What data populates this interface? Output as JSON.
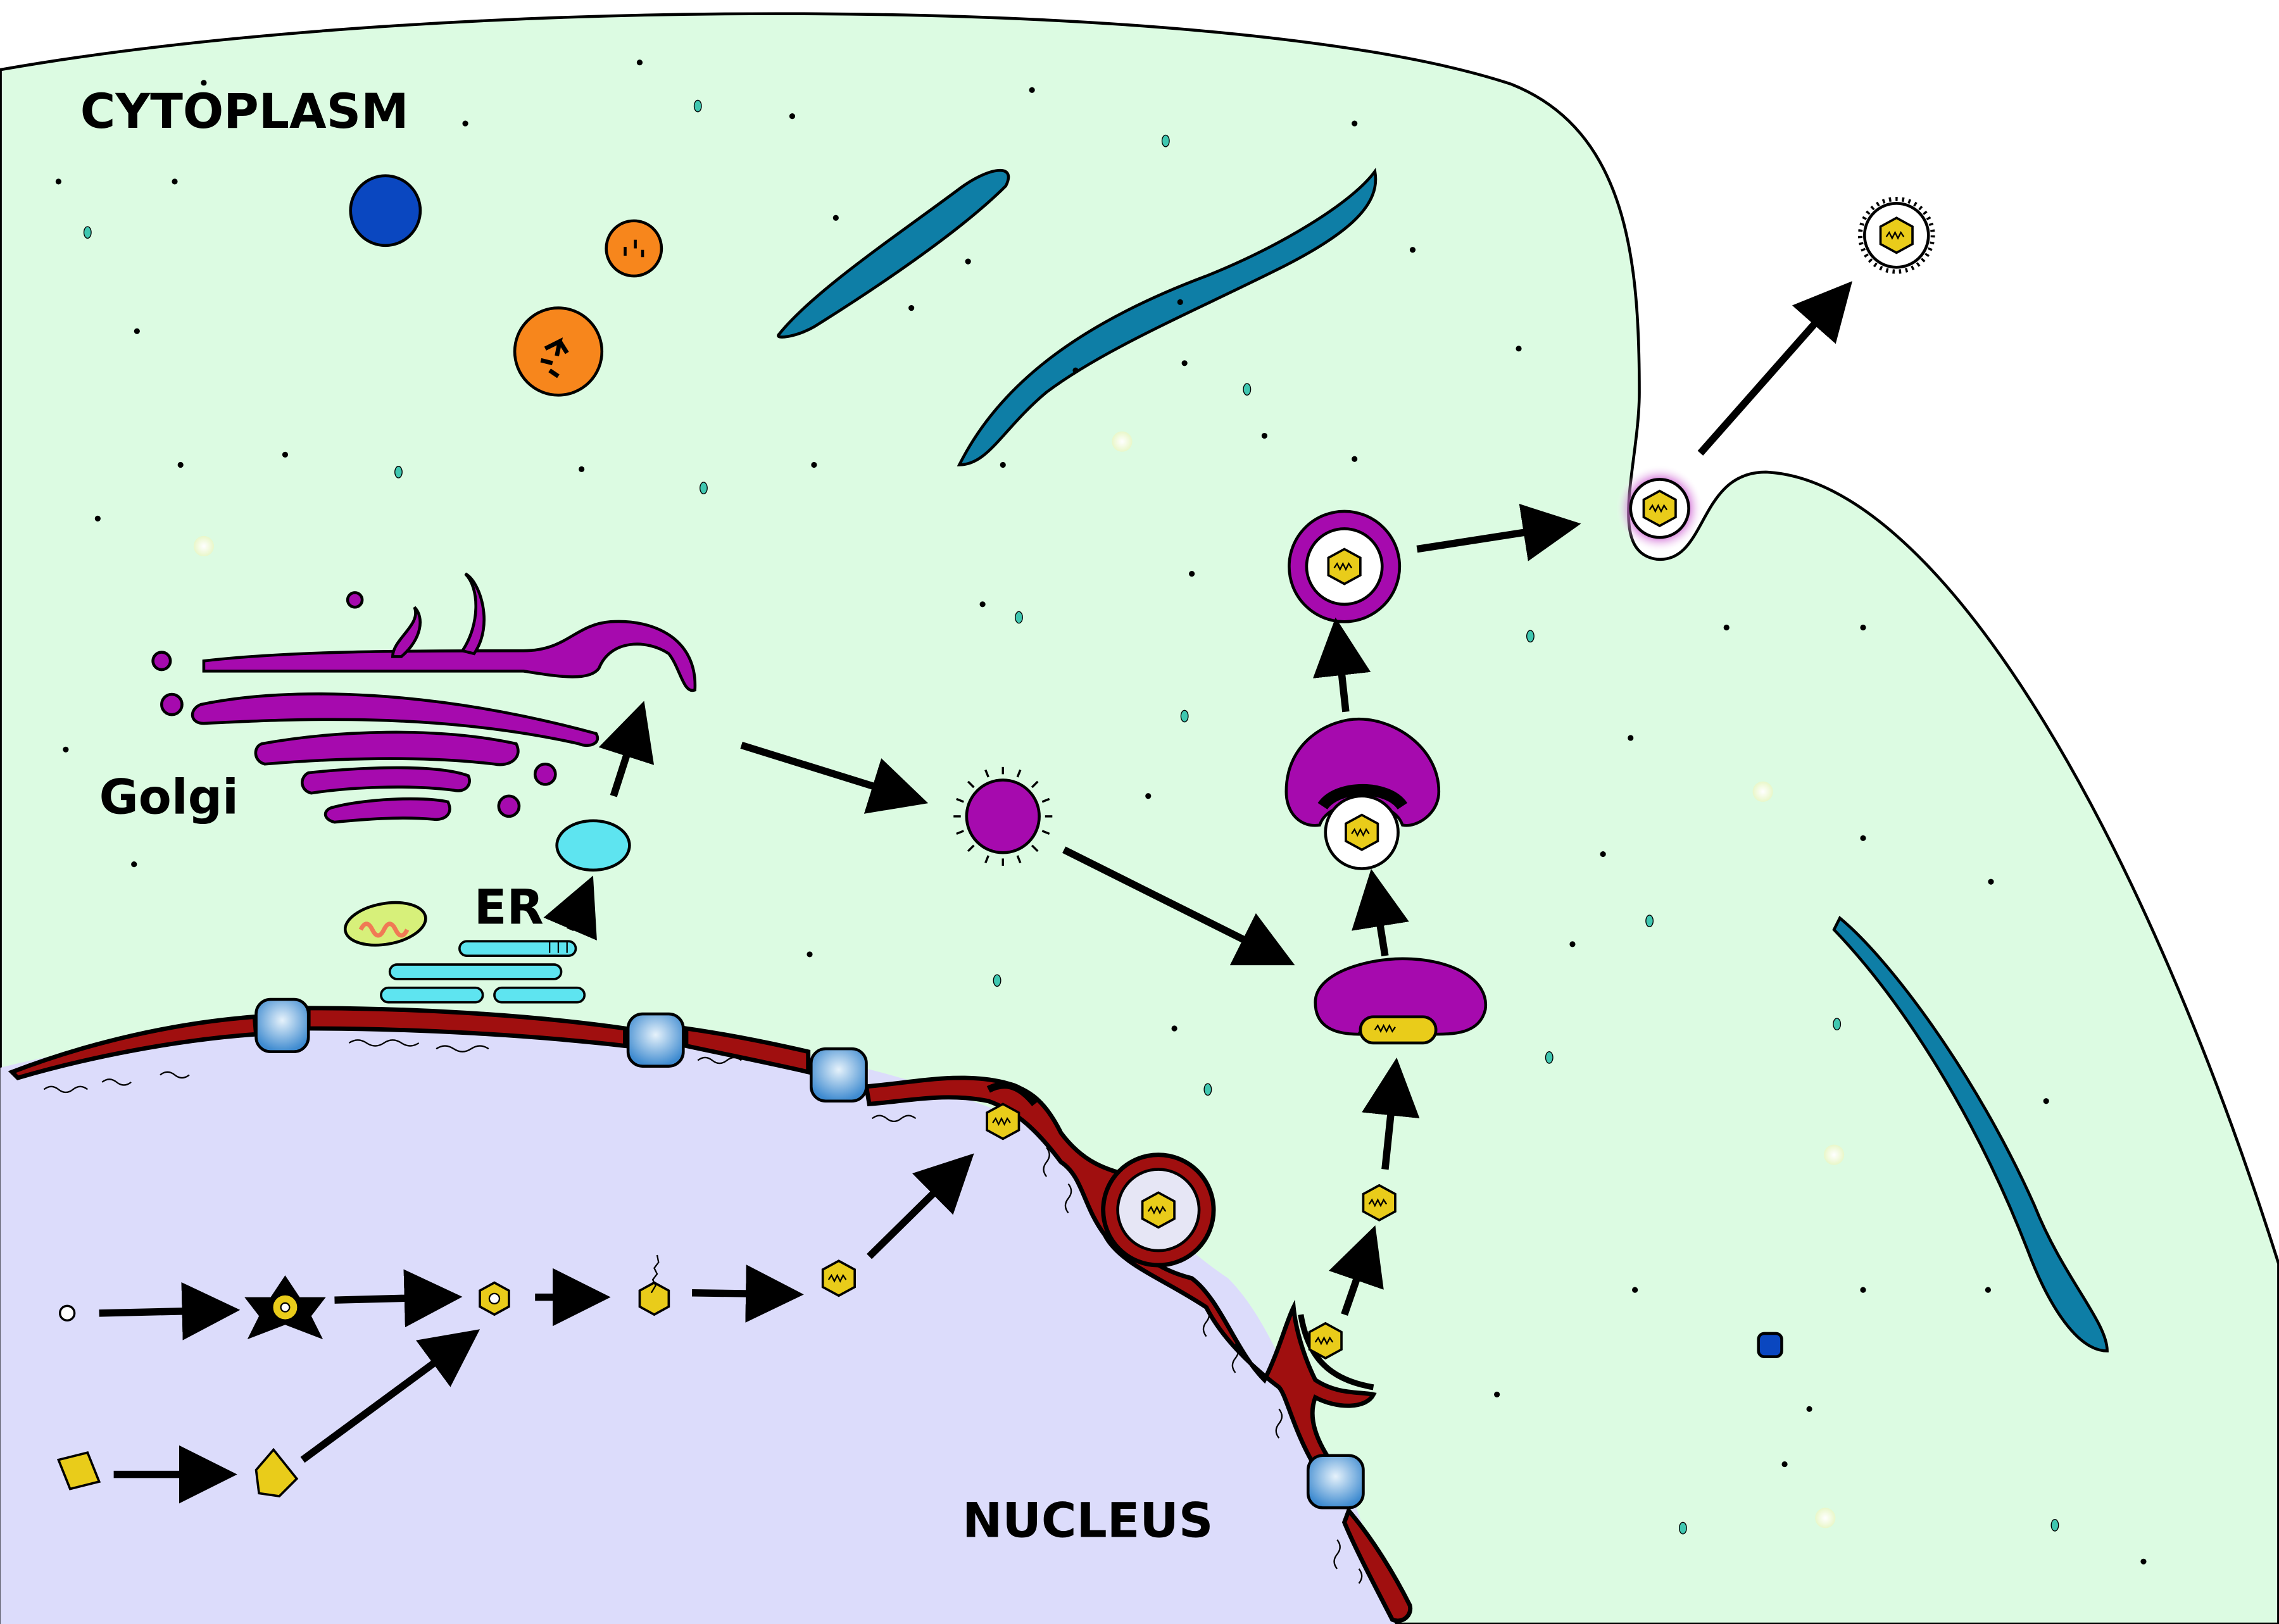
{
  "labels": {
    "cytoplasm": "CYTOPLASM",
    "golgi": "Golgi",
    "er": "ER",
    "nucleus": "NUCLEUS"
  },
  "colors": {
    "cytoplasm": "#dcfbe2",
    "nucleus": "#dcdcfb",
    "nuclear_envelope": "#a00f0f",
    "golgi": "#a60aae",
    "er": "#5ee4f0",
    "capsid": "#e9cc1a",
    "mitochondria": "#0e7ea6",
    "lysosome": "#f7861c",
    "nuclear_pore": "#4f9bd6",
    "dark_vesicle": "#0a47c0"
  },
  "icons": [
    "capsid-hexagon-icon",
    "tegument-star-icon",
    "viral-vesicle-icon",
    "envelope-spike-icon",
    "nuclear-pore-icon",
    "mitochondrion-icon",
    "lysosome-icon",
    "arrow-icon"
  ]
}
